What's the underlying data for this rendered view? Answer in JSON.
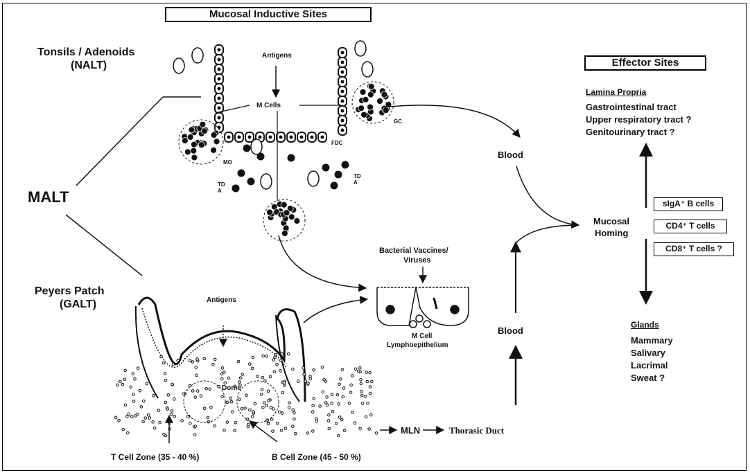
{
  "header": {
    "inductive_title": "Mucosal Inductive Sites",
    "effector_title": "Effector Sites"
  },
  "left_labels": {
    "tonsils_line1": "Tonsils / Adenoids",
    "tonsils_line2": "(NALT)",
    "malt": "MALT",
    "peyers_line1": "Peyers Patch",
    "peyers_line2": "(GALT)"
  },
  "nalt": {
    "antigens": "Antigens",
    "m_cells": "M Cells",
    "gc": "GC",
    "fdc": "FDC",
    "mo": "MO",
    "tda_left": "TD A",
    "tda_right": "TD A"
  },
  "galt": {
    "antigens": "Antigens",
    "dome": "Dome",
    "t_cell_zone": "T Cell Zone (35 - 40 %)",
    "b_cell_zone": "B Cell Zone (45 - 50 %)"
  },
  "center": {
    "bacterial_line1": "Bacterial Vaccines/",
    "bacterial_line2": "Viruses",
    "m_cell_line1": "M Cell",
    "m_cell_line2": "Lymphoepithelium",
    "mln": "MLN",
    "thoracic_duct": "Thorasic Duct"
  },
  "routes": {
    "blood_top": "Blood",
    "blood_bottom": "Blood",
    "homing_line1": "Mucosal",
    "homing_line2": "Homing"
  },
  "effector": {
    "lamina_title": "Lamina Propria",
    "lamina_items": [
      "Gastrointestinal tract",
      "Upper respiratory tract ?",
      "Genitourinary tract ?"
    ],
    "cell_boxes": [
      "sIgA⁺ B cells",
      "CD4⁺ T cells",
      "CD8⁺ T cells ?"
    ],
    "glands_title": "Glands",
    "glands_items": [
      "Mammary",
      "Salivary",
      "Lacrimal",
      "Sweat ?"
    ]
  },
  "colors": {
    "ink": "#111111",
    "background": "#ffffff"
  }
}
